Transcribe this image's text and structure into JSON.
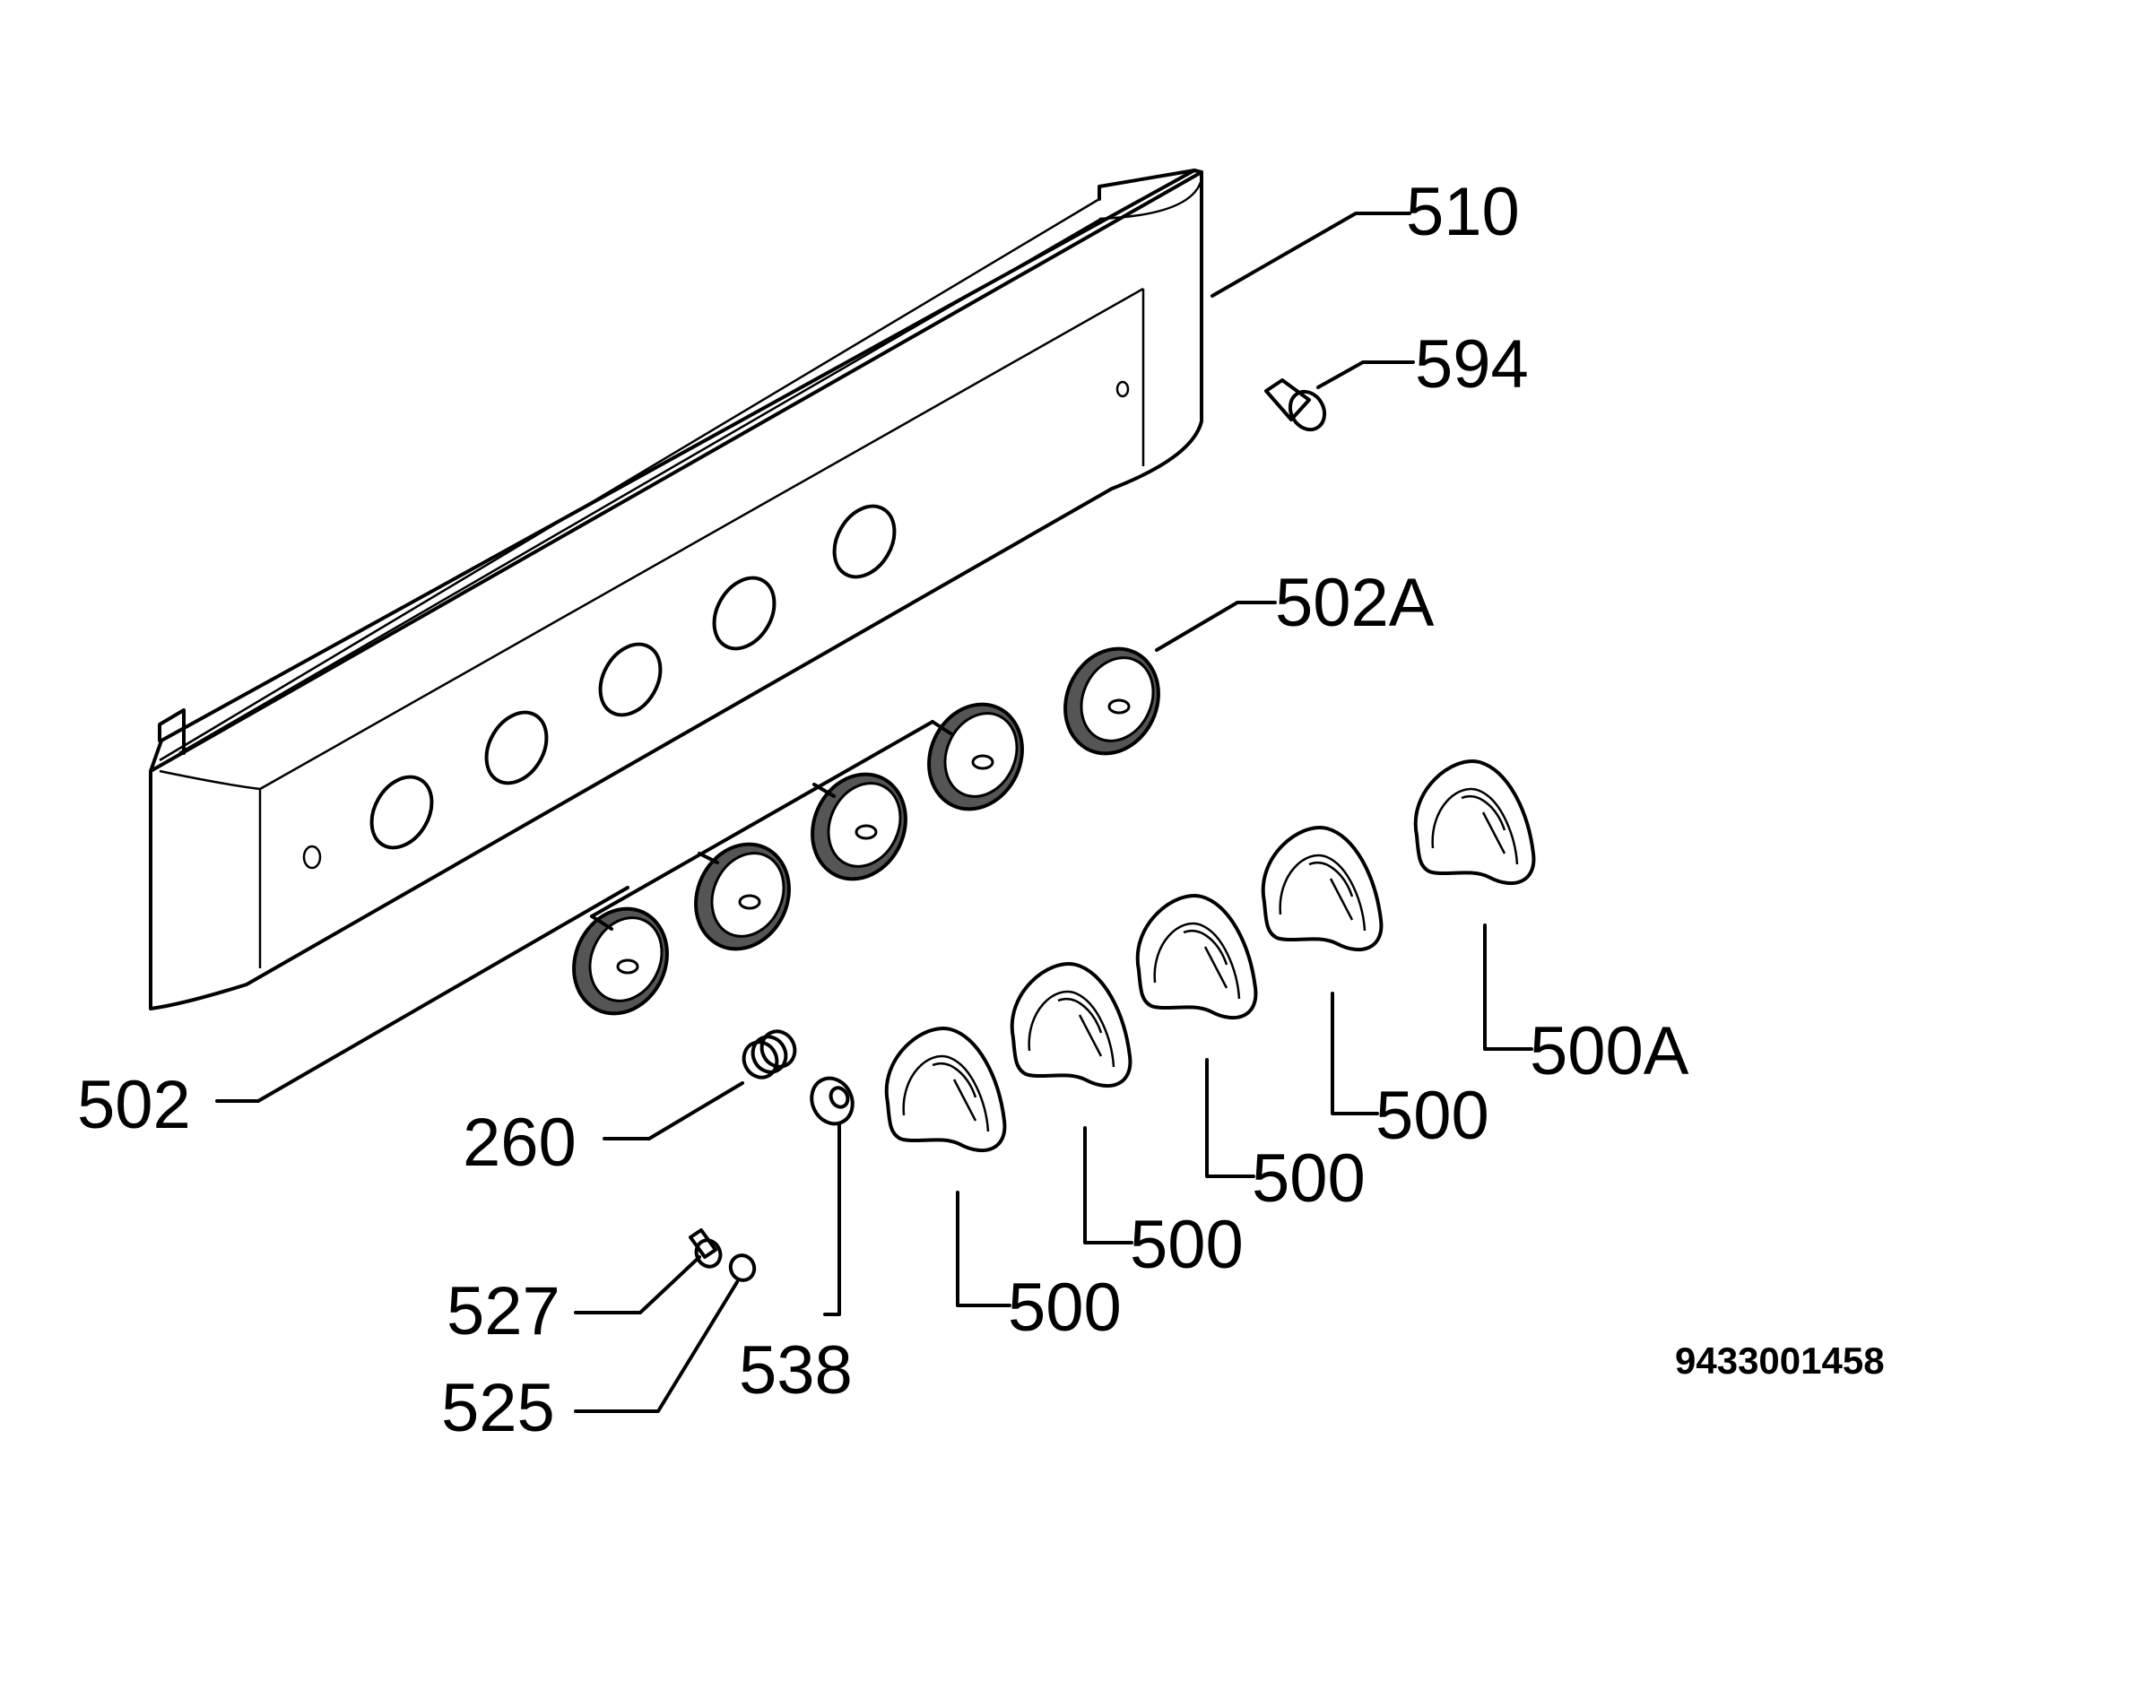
{
  "diagram": {
    "labels": {
      "panel": "510",
      "screw": "594",
      "bezel_right": "502A",
      "bezel": "502",
      "knob_right": "500A",
      "knob": "500",
      "spring": "260",
      "ring": "538",
      "insert_a": "527",
      "insert_b": "525"
    },
    "drawing_number": "9433001458",
    "counts": {
      "panel_holes": 5,
      "bezels": 5,
      "knobs": 5
    }
  }
}
